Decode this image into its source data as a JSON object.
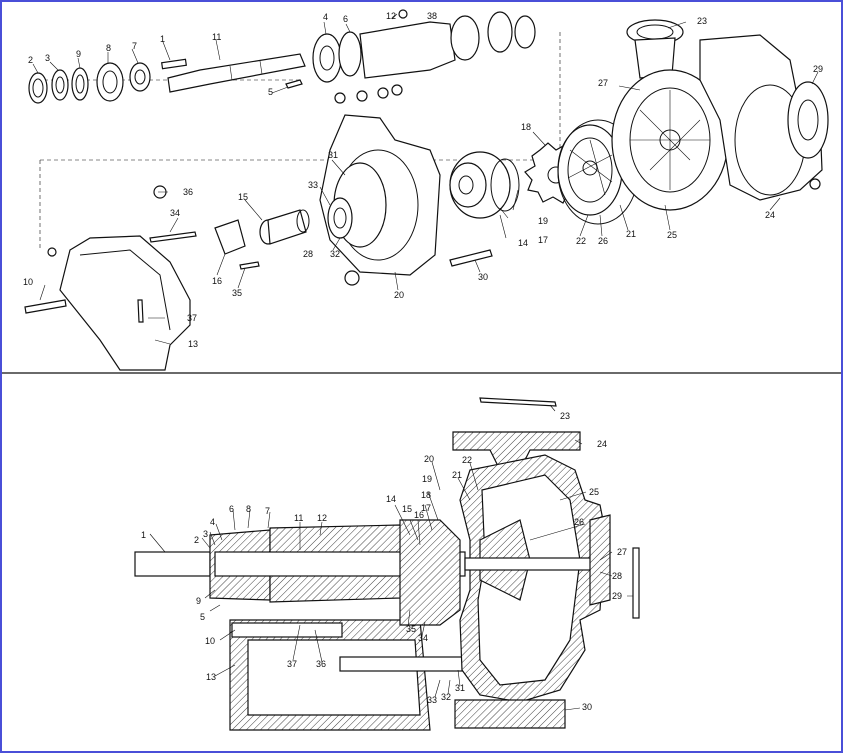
{
  "callouts": {
    "top": {
      "c1": "1",
      "c2": "2",
      "c3": "3",
      "c4": "4",
      "c5": "5",
      "c6": "6",
      "c7": "7",
      "c8": "8",
      "c9": "9",
      "c10": "10",
      "c11": "11",
      "c12": "12",
      "c13": "13",
      "c14": "14",
      "c15": "15",
      "c16": "16",
      "c17": "17",
      "c18": "18",
      "c19": "19",
      "c20": "20",
      "c21": "21",
      "c22": "22",
      "c23": "23",
      "c24": "24",
      "c25": "25",
      "c26": "26",
      "c27": "27",
      "c28": "28",
      "c29": "29",
      "c30": "30",
      "c31": "31",
      "c32": "32",
      "c33": "33",
      "c34": "34",
      "c35": "35",
      "c36": "36",
      "c37": "37",
      "c38": "38"
    },
    "bottom": {
      "c1": "1",
      "c2": "2",
      "c3": "3",
      "c4": "4",
      "c5": "5",
      "c6": "6",
      "c7": "7",
      "c8": "8",
      "c9": "9",
      "c10": "10",
      "c11": "11",
      "c12": "12",
      "c13": "13",
      "c14": "14",
      "c15": "15",
      "c16": "16",
      "c17": "17",
      "c18": "18",
      "c19": "19",
      "c20": "20",
      "c21": "21",
      "c22": "22",
      "c23": "23",
      "c24": "24",
      "c25": "25",
      "c26": "26",
      "c27": "27",
      "c28": "28",
      "c29": "29",
      "c30": "30",
      "c31": "31",
      "c32": "32",
      "c33": "33",
      "c34": "34",
      "c35": "35",
      "c36": "36",
      "c37": "37"
    }
  },
  "colors": {
    "border": "#4a4fd8",
    "ink": "#111111",
    "paper": "#ffffff"
  }
}
